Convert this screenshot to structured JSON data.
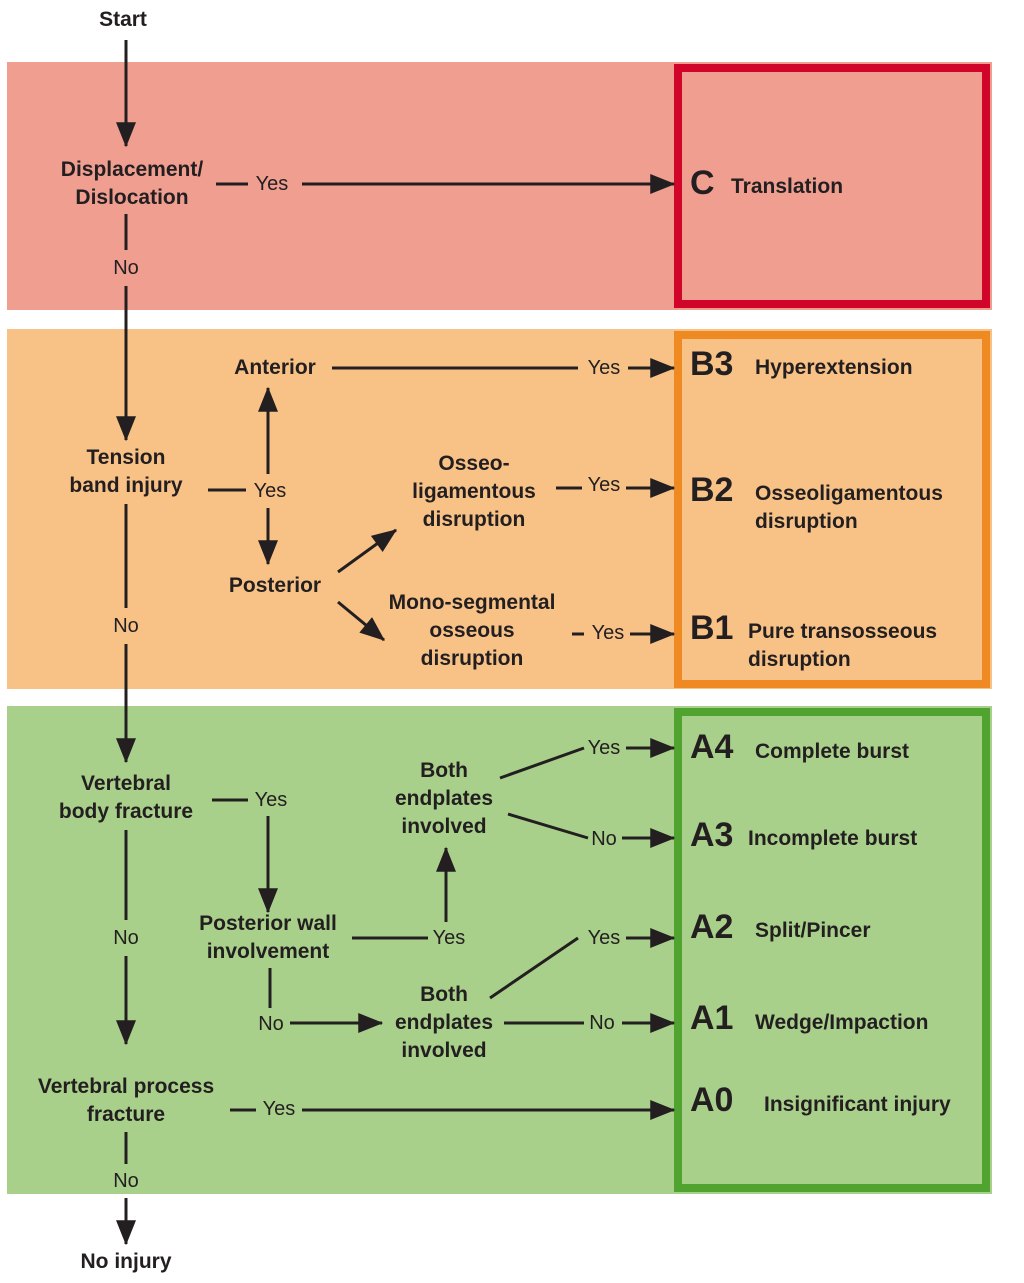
{
  "colors": {
    "band_c": "#ef9e90",
    "band_b": "#f8c287",
    "band_a": "#a9d08b",
    "border_c": "#d10429",
    "border_b": "#ef8a22",
    "border_a": "#4fa32e",
    "ink": "#231f20"
  },
  "flow": {
    "start": "Start",
    "displacement": "Displacement/\nDislocation",
    "tension": "Tension\nband injury",
    "anterior": "Anterior",
    "posterior": "Posterior",
    "osseoligamentous": "Osseo-\nligamentous\ndisruption",
    "monosegmental": "Mono-segmental\nosseous\ndisruption",
    "vertebral_body": "Vertebral\nbody fracture",
    "posterior_wall": "Posterior wall\ninvolvement",
    "endplates_upper": "Both\nendplates\ninvolved",
    "endplates_lower": "Both\nendplates\ninvolved",
    "vertebral_process": "Vertebral process\nfracture",
    "no_injury": "No injury"
  },
  "labels": {
    "yes": "Yes",
    "no": "No"
  },
  "results": {
    "C": {
      "code": "C",
      "desc": "Translation"
    },
    "B3": {
      "code": "B3",
      "desc": "Hyperextension"
    },
    "B2": {
      "code": "B2",
      "desc": "Osseoligamentous\n disruption"
    },
    "B1": {
      "code": "B1",
      "desc": "Pure transosseous\ndisruption"
    },
    "A4": {
      "code": "A4",
      "desc": "Complete burst"
    },
    "A3": {
      "code": "A3",
      "desc": "Incomplete burst"
    },
    "A2": {
      "code": "A2",
      "desc": "Split/Pincer"
    },
    "A1": {
      "code": "A1",
      "desc": "Wedge/Impaction"
    },
    "A0": {
      "code": "A0",
      "desc": "Insignificant injury"
    }
  }
}
